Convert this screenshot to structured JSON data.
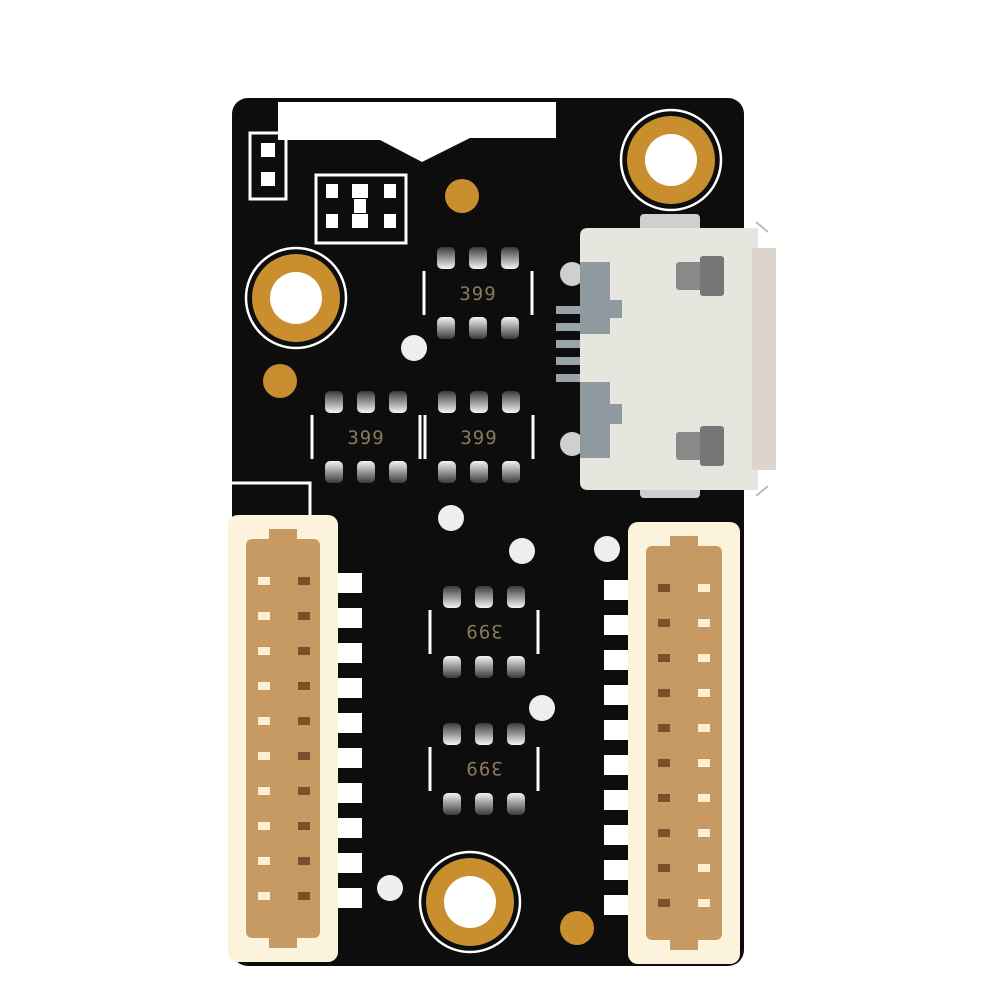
{
  "board": {
    "colors": {
      "pcb": "#0d0d0d",
      "gold": "#c98f2e",
      "silkscreen": "#ffffff",
      "via": "#eeeeee",
      "connector_body": "#fbf3dc",
      "connector_contacts": "#c79a63",
      "usb_shell": "#e6e6df",
      "usb_tab": "#8f9aa0"
    },
    "icons": [
      "mounting-hole-icon",
      "usb-port-icon",
      "ic-chip-icon",
      "jst-connector-icon"
    ]
  },
  "chips": [
    {
      "marking": "399",
      "rotated": false
    },
    {
      "marking": "399",
      "rotated": false
    },
    {
      "marking": "399",
      "rotated": false
    },
    {
      "marking": "399",
      "rotated": true
    },
    {
      "marking": "399",
      "rotated": true
    }
  ]
}
